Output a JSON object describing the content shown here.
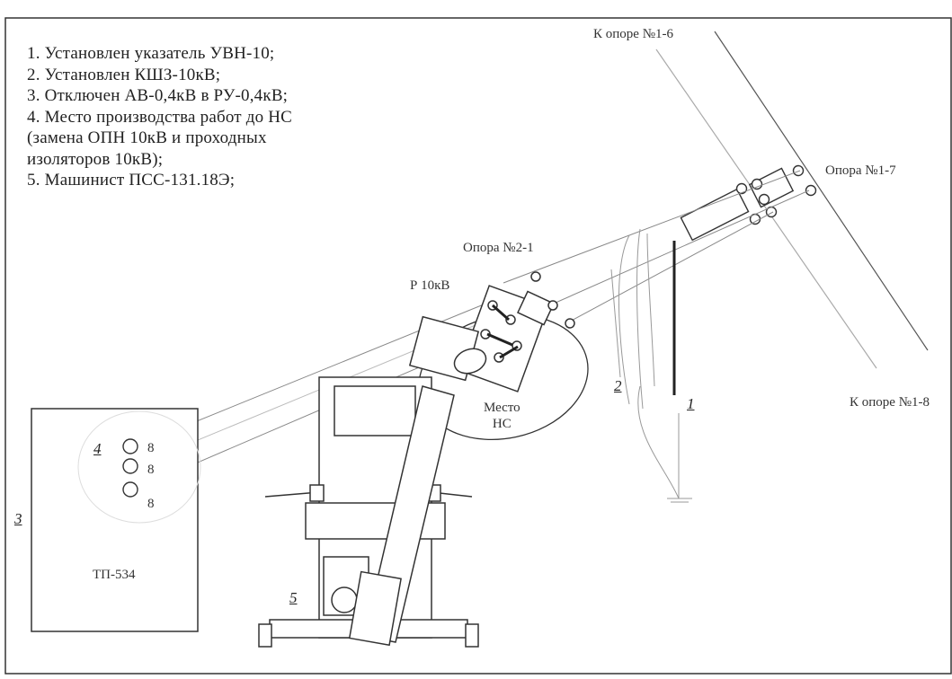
{
  "legend": {
    "items": [
      "1. Установлен указатель УВН-10;",
      "2. Установлен КШЗ-10кВ;",
      "3. Отключен АВ-0,4кВ в РУ-0,4кВ;",
      "4. Место производства работ до НС",
      "(замена ОПН 10кВ и проходных",
      "изоляторов 10кВ);",
      "5. Машинист ПСС-131.18Э;"
    ]
  },
  "labels": {
    "to_pole_1_6": "К опоре №1-6",
    "pole_1_7": "Опора №1-7",
    "pole_2_1": "Опора №2-1",
    "disconnector": "Р 10кВ",
    "to_pole_1_8": "К опоре №1-8",
    "work_place_line1": "Место",
    "work_place_line2": "НС",
    "substation": "ТП-534"
  },
  "markers": {
    "m1": "1",
    "m2": "2",
    "m3": "3",
    "m4": "4",
    "m5": "5"
  },
  "colors": {
    "ink": "#2b2b2b",
    "light_ink": "#9a9a9a",
    "faint_ink": "#c8c8c8"
  }
}
